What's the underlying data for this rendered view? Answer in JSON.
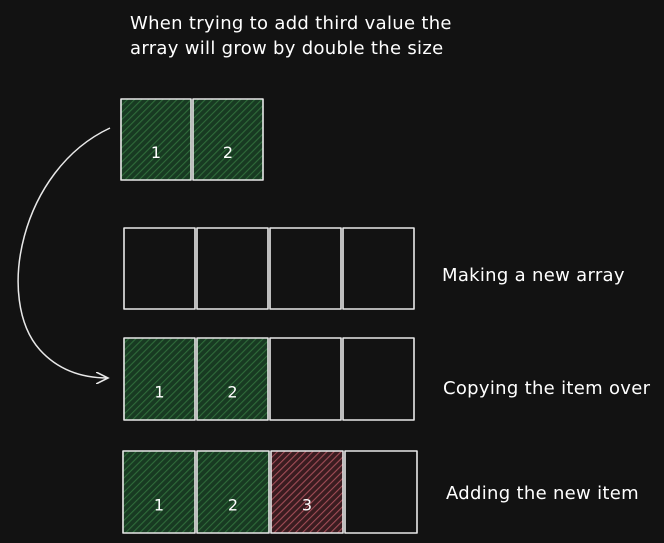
{
  "note": {
    "line1": "When trying to add third value the",
    "line2": "array will grow by double the size"
  },
  "rows": [
    {
      "label": "",
      "cells": [
        {
          "value": "1",
          "fill": "green"
        },
        {
          "value": "2",
          "fill": "green"
        }
      ]
    },
    {
      "label": "Making a new array",
      "cells": [
        {
          "value": "",
          "fill": "none"
        },
        {
          "value": "",
          "fill": "none"
        },
        {
          "value": "",
          "fill": "none"
        },
        {
          "value": "",
          "fill": "none"
        }
      ]
    },
    {
      "label": "Copying the item over",
      "cells": [
        {
          "value": "1",
          "fill": "green"
        },
        {
          "value": "2",
          "fill": "green"
        },
        {
          "value": "",
          "fill": "none"
        },
        {
          "value": "",
          "fill": "none"
        }
      ]
    },
    {
      "label": "Adding the new item",
      "cells": [
        {
          "value": "1",
          "fill": "green"
        },
        {
          "value": "2",
          "fill": "green"
        },
        {
          "value": "3",
          "fill": "red"
        },
        {
          "value": "",
          "fill": "none"
        }
      ]
    }
  ],
  "colors": {
    "background": "#121212",
    "stroke": "#e8e8e8",
    "green_hatch": "#2f6b3a",
    "green_base": "#183a22",
    "red_hatch": "#a14d57",
    "red_base": "#3a1c20"
  }
}
